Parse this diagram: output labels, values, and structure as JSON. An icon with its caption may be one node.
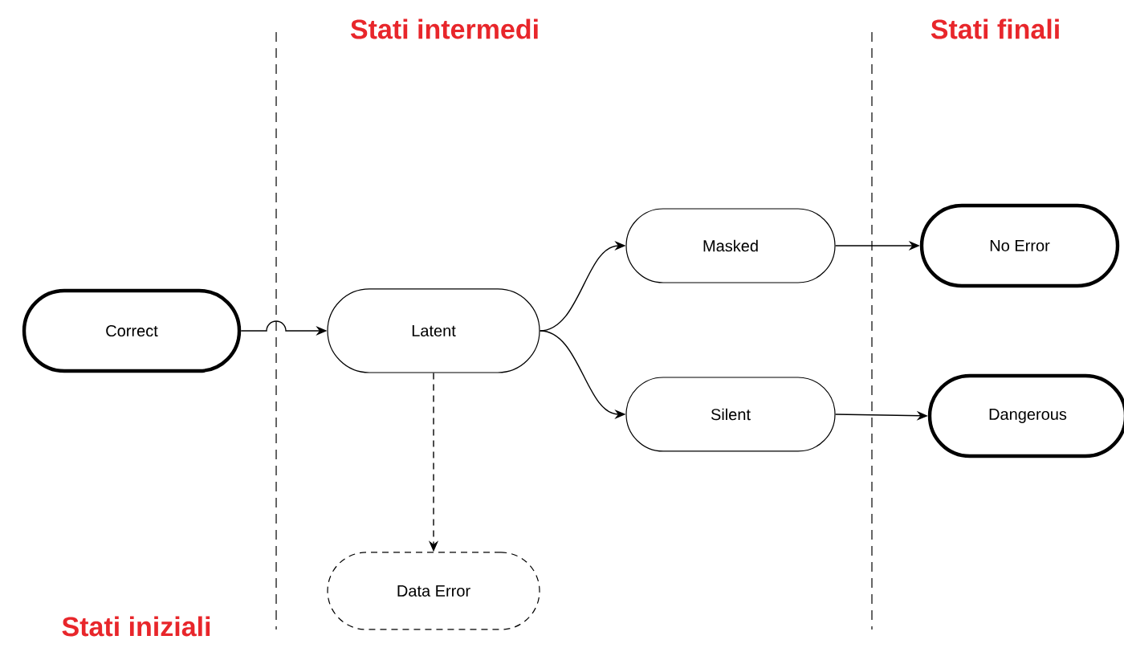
{
  "diagram": {
    "nodes": [
      {
        "text": [
          "Correct"
        ]
      },
      {
        "text": [
          "Latent"
        ]
      },
      {
        "text": [
          "Masked"
        ]
      },
      {
        "text": [
          "Silent"
        ]
      },
      {
        "text": [
          "No Error"
        ]
      },
      {
        "text": [
          "Dangerous"
        ]
      },
      {
        "text": [
          "Data Error"
        ]
      }
    ],
    "edges": [
      {
        "from": 0,
        "to": 1,
        "arrow": "to"
      },
      {
        "from": 1,
        "to": 2,
        "arrow": "to"
      },
      {
        "from": 1,
        "to": 3,
        "arrow": "to"
      },
      {
        "from": 2,
        "to": 4,
        "arrow": "to"
      },
      {
        "from": 3,
        "to": 5,
        "arrow": "to"
      },
      {
        "from": 1,
        "to": 6,
        "arrow": "to",
        "style": "dashed"
      }
    ],
    "labels": [
      "Stati intermedi",
      "Stati finali",
      "Stati iniziali"
    ]
  }
}
